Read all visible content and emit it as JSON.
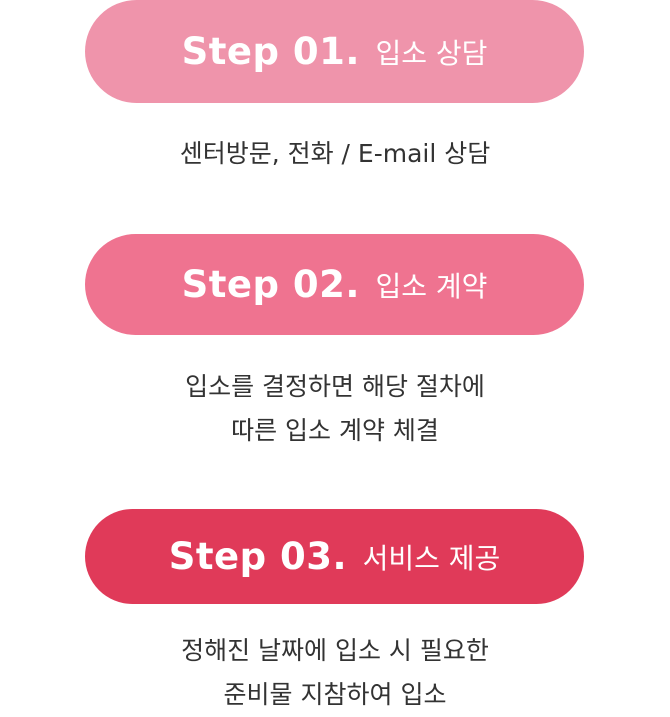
{
  "colors": {
    "step1": "#ef94ab",
    "step2": "#ef7390",
    "step3": "#e03a59",
    "text": "#333333"
  },
  "steps": [
    {
      "label": "Step 01",
      "dot": ".",
      "title": "입소 상담",
      "desc_lines": [
        "센터방문, 전화 / E-mail 상담"
      ]
    },
    {
      "label": "Step 02",
      "dot": ".",
      "title": "입소 계약",
      "desc_lines": [
        "입소를 결정하면 해당 절차에",
        "따른 입소 계약 체결"
      ]
    },
    {
      "label": "Step 03",
      "dot": ".",
      "title": "서비스 제공",
      "desc_lines": [
        "정해진 날짜에 입소 시 필요한",
        "준비물 지참하여 입소"
      ]
    }
  ]
}
